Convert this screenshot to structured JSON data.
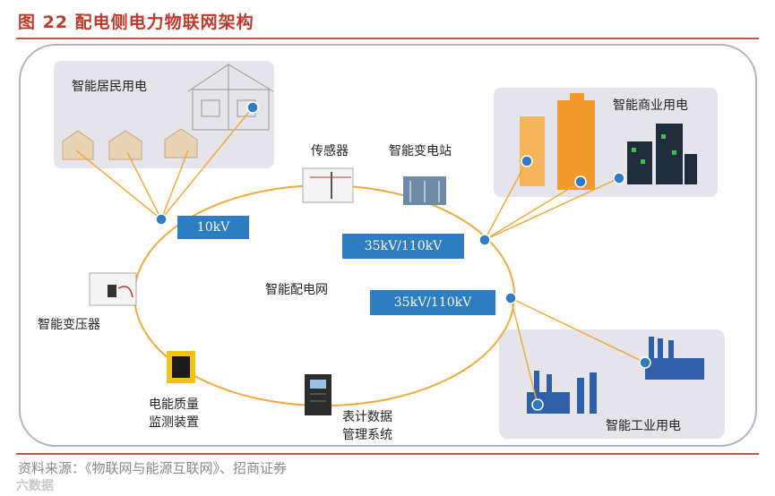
{
  "header": {
    "title": "图 22 配电侧电力物联网架构"
  },
  "diagram": {
    "center_label": "智能配电网",
    "zones": {
      "residential": "智能居民用电",
      "commercial": "智能商业用电",
      "industrial": "智能工业用电"
    },
    "nodes": {
      "sensor": "传感器",
      "substation": "智能变电站",
      "transformer": "智能变压器",
      "power_quality": [
        "电能质量",
        "监测装置"
      ],
      "meter_data": [
        "表计数据",
        "管理系统"
      ]
    },
    "voltage_labels": {
      "v10": "10kV",
      "v35_top": "35kV/110kV",
      "v35_bottom": "35kV/110kV"
    },
    "colors": {
      "ring": "#f2a93b",
      "node": "#2e7cc1",
      "zone_bg": "#e4e4ea",
      "frame": "#b0b4c4"
    }
  },
  "footer": {
    "source": "资料来源：《物联网与能源互联网》、招商证券",
    "watermark": "六数据"
  }
}
